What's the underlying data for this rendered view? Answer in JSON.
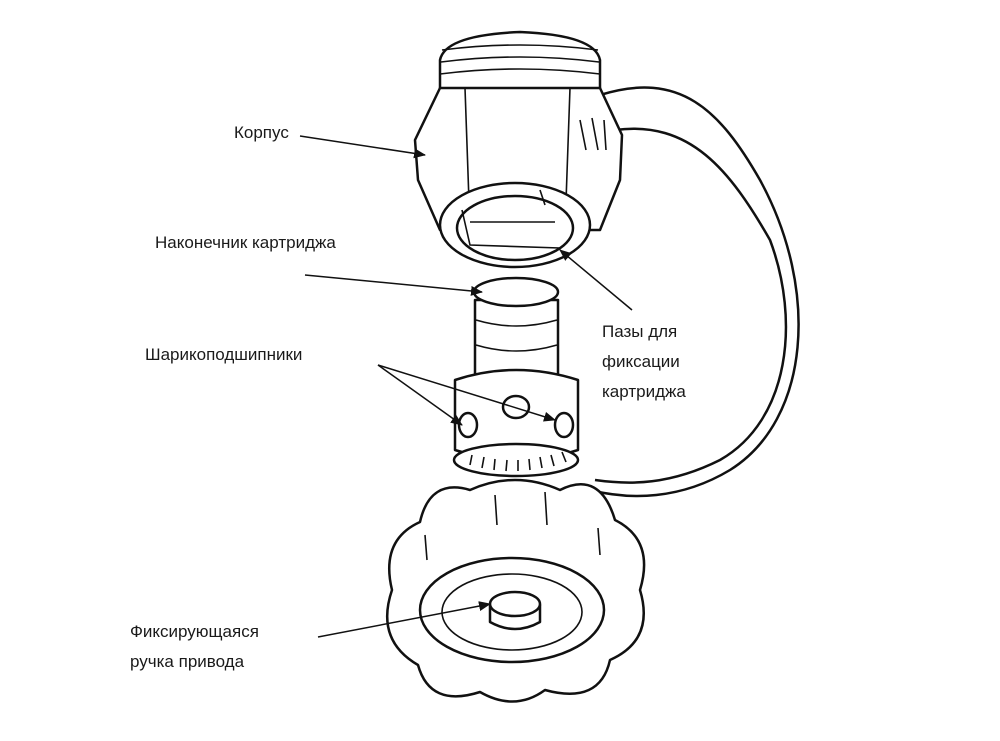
{
  "labels": {
    "housing": "Корпус",
    "cartridge_tip": "Наконечник картриджа",
    "ball_bearings": "Шарикоподшипники",
    "cartridge_slots": [
      "Пазы для",
      "фиксации",
      "картриджа"
    ],
    "locking_handle": [
      "Фиксирующаяся",
      "ручка привода"
    ]
  }
}
